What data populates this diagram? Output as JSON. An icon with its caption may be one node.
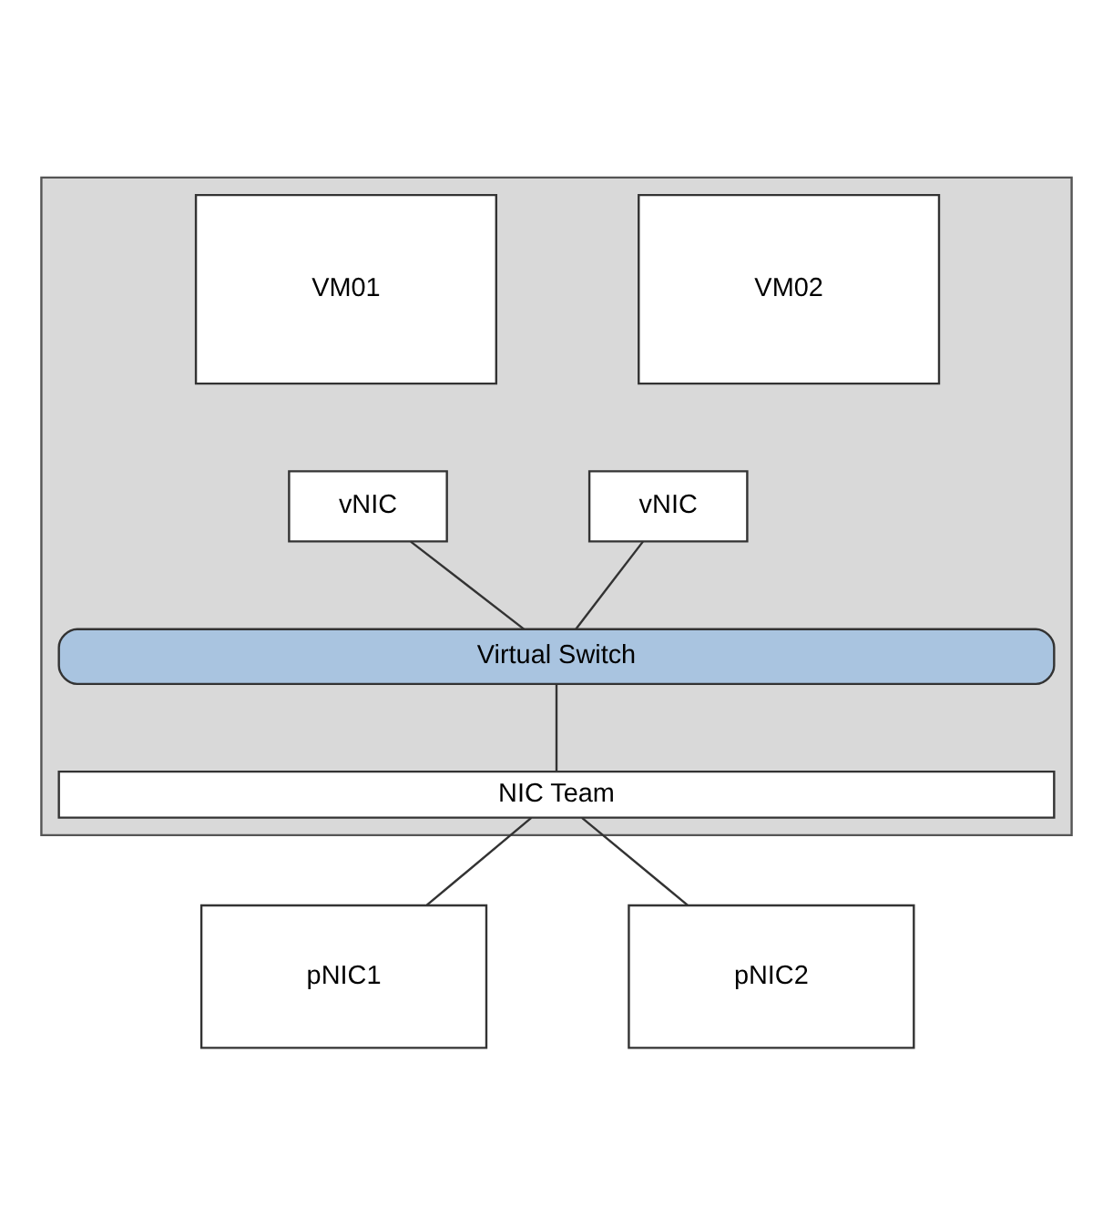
{
  "diagram": {
    "nodes": [
      {
        "text": [],
        "shape": "box"
      },
      {
        "text": [
          "VM01"
        ],
        "in": 0
      },
      {
        "text": [
          "vNIC"
        ],
        "in": 0
      },
      {
        "text": [
          "VM02"
        ],
        "in": 0
      },
      {
        "text": [
          "vNIC"
        ],
        "in": 0
      },
      {
        "text": [
          "Virtual Switch"
        ],
        "in": 0
      },
      {
        "text": [
          "NIC Team"
        ],
        "in": 0
      },
      {
        "text": [
          "pNIC1"
        ]
      },
      {
        "text": [
          "pNIC2"
        ]
      }
    ],
    "edges": [
      {
        "from": 2,
        "to": 5,
        "arrow": "none"
      },
      {
        "from": 4,
        "to": 5,
        "arrow": "none"
      },
      {
        "from": 5,
        "to": 6,
        "arrow": "none"
      },
      {
        "from": 6,
        "to": 7,
        "arrow": "none"
      },
      {
        "from": 6,
        "to": 8,
        "arrow": "none"
      }
    ]
  }
}
